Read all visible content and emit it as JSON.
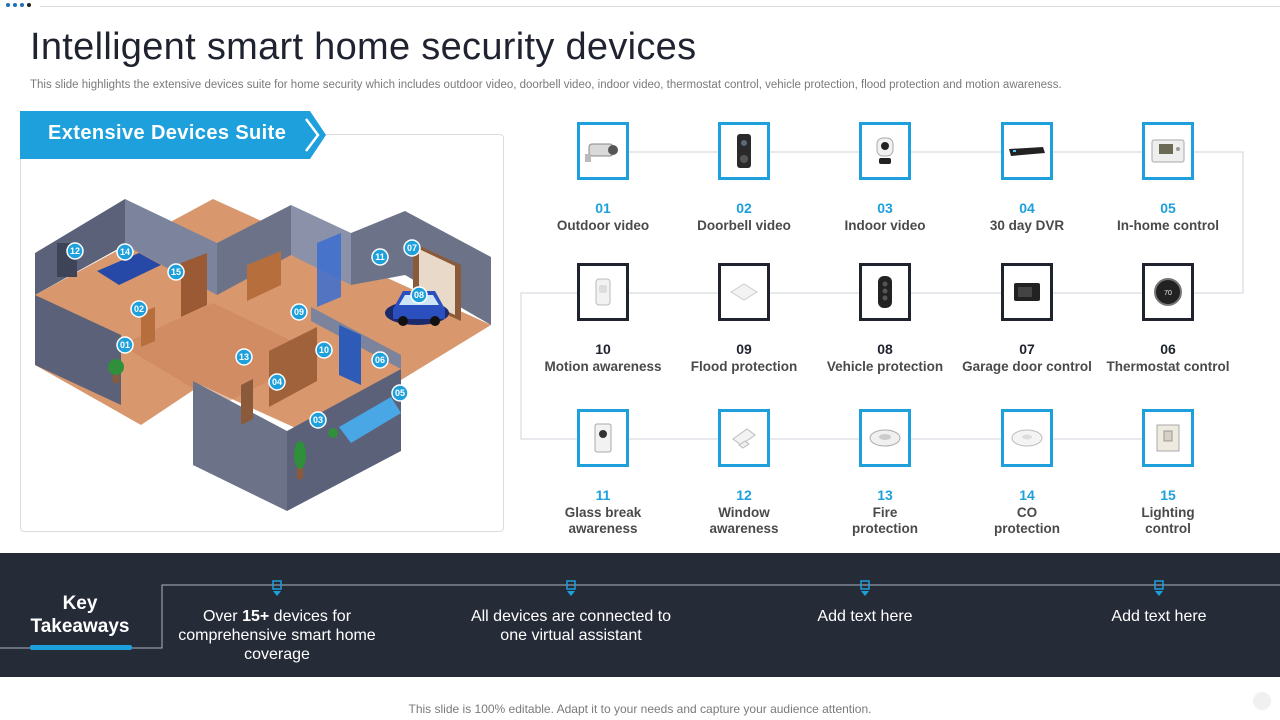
{
  "header": {
    "title": "Intelligent smart home security devices",
    "subtitle": "This slide highlights the extensive devices suite for home security which includes outdoor video, doorbell video, indoor video, thermostat control, vehicle protection, flood protection and motion awareness."
  },
  "suite": {
    "label": "Extensive Devices Suite"
  },
  "devices": [
    {
      "num": "01",
      "label": "Outdoor video",
      "icon": "camera-icon"
    },
    {
      "num": "02",
      "label": "Doorbell video",
      "icon": "doorbell-icon"
    },
    {
      "num": "03",
      "label": "Indoor video",
      "icon": "indoor-camera-icon"
    },
    {
      "num": "04",
      "label": "30 day DVR",
      "icon": "dvr-icon"
    },
    {
      "num": "05",
      "label": "In-home control",
      "icon": "control-panel-icon"
    },
    {
      "num": "10",
      "label": "Motion awareness",
      "icon": "motion-sensor-icon"
    },
    {
      "num": "09",
      "label": "Flood protection",
      "icon": "flood-sensor-icon"
    },
    {
      "num": "08",
      "label": "Vehicle protection",
      "icon": "key-fob-icon"
    },
    {
      "num": "07",
      "label": "Garage door control",
      "icon": "garage-controller-icon"
    },
    {
      "num": "06",
      "label": "Thermostat control",
      "icon": "thermostat-icon"
    },
    {
      "num": "11",
      "label": "Glass break awareness",
      "icon": "glass-break-sensor-icon"
    },
    {
      "num": "12",
      "label": "Window awareness",
      "icon": "window-sensor-icon"
    },
    {
      "num": "13",
      "label": "Fire protection",
      "icon": "smoke-detector-icon"
    },
    {
      "num": "14",
      "label": "CO protection",
      "icon": "co-detector-icon"
    },
    {
      "num": "15",
      "label": "Lighting control",
      "icon": "light-switch-icon"
    }
  ],
  "house_markers": [
    "01",
    "02",
    "03",
    "04",
    "05",
    "06",
    "07",
    "08",
    "09",
    "10",
    "11",
    "12",
    "13",
    "14",
    "15"
  ],
  "takeaways": {
    "title_line1": "Key",
    "title_line2": "Takeaways",
    "item1_pre": "Over ",
    "item1_bold": "15+",
    "item1_post": " devices for comprehensive smart home coverage",
    "item2": "All devices are connected to one virtual assistant",
    "item3": "Add text here",
    "item4": "Add text here"
  },
  "footer": "This slide is 100% editable. Adapt it to your  needs and capture your audience attention.",
  "colors": {
    "accent": "#1da0dc",
    "dark": "#262b38"
  }
}
